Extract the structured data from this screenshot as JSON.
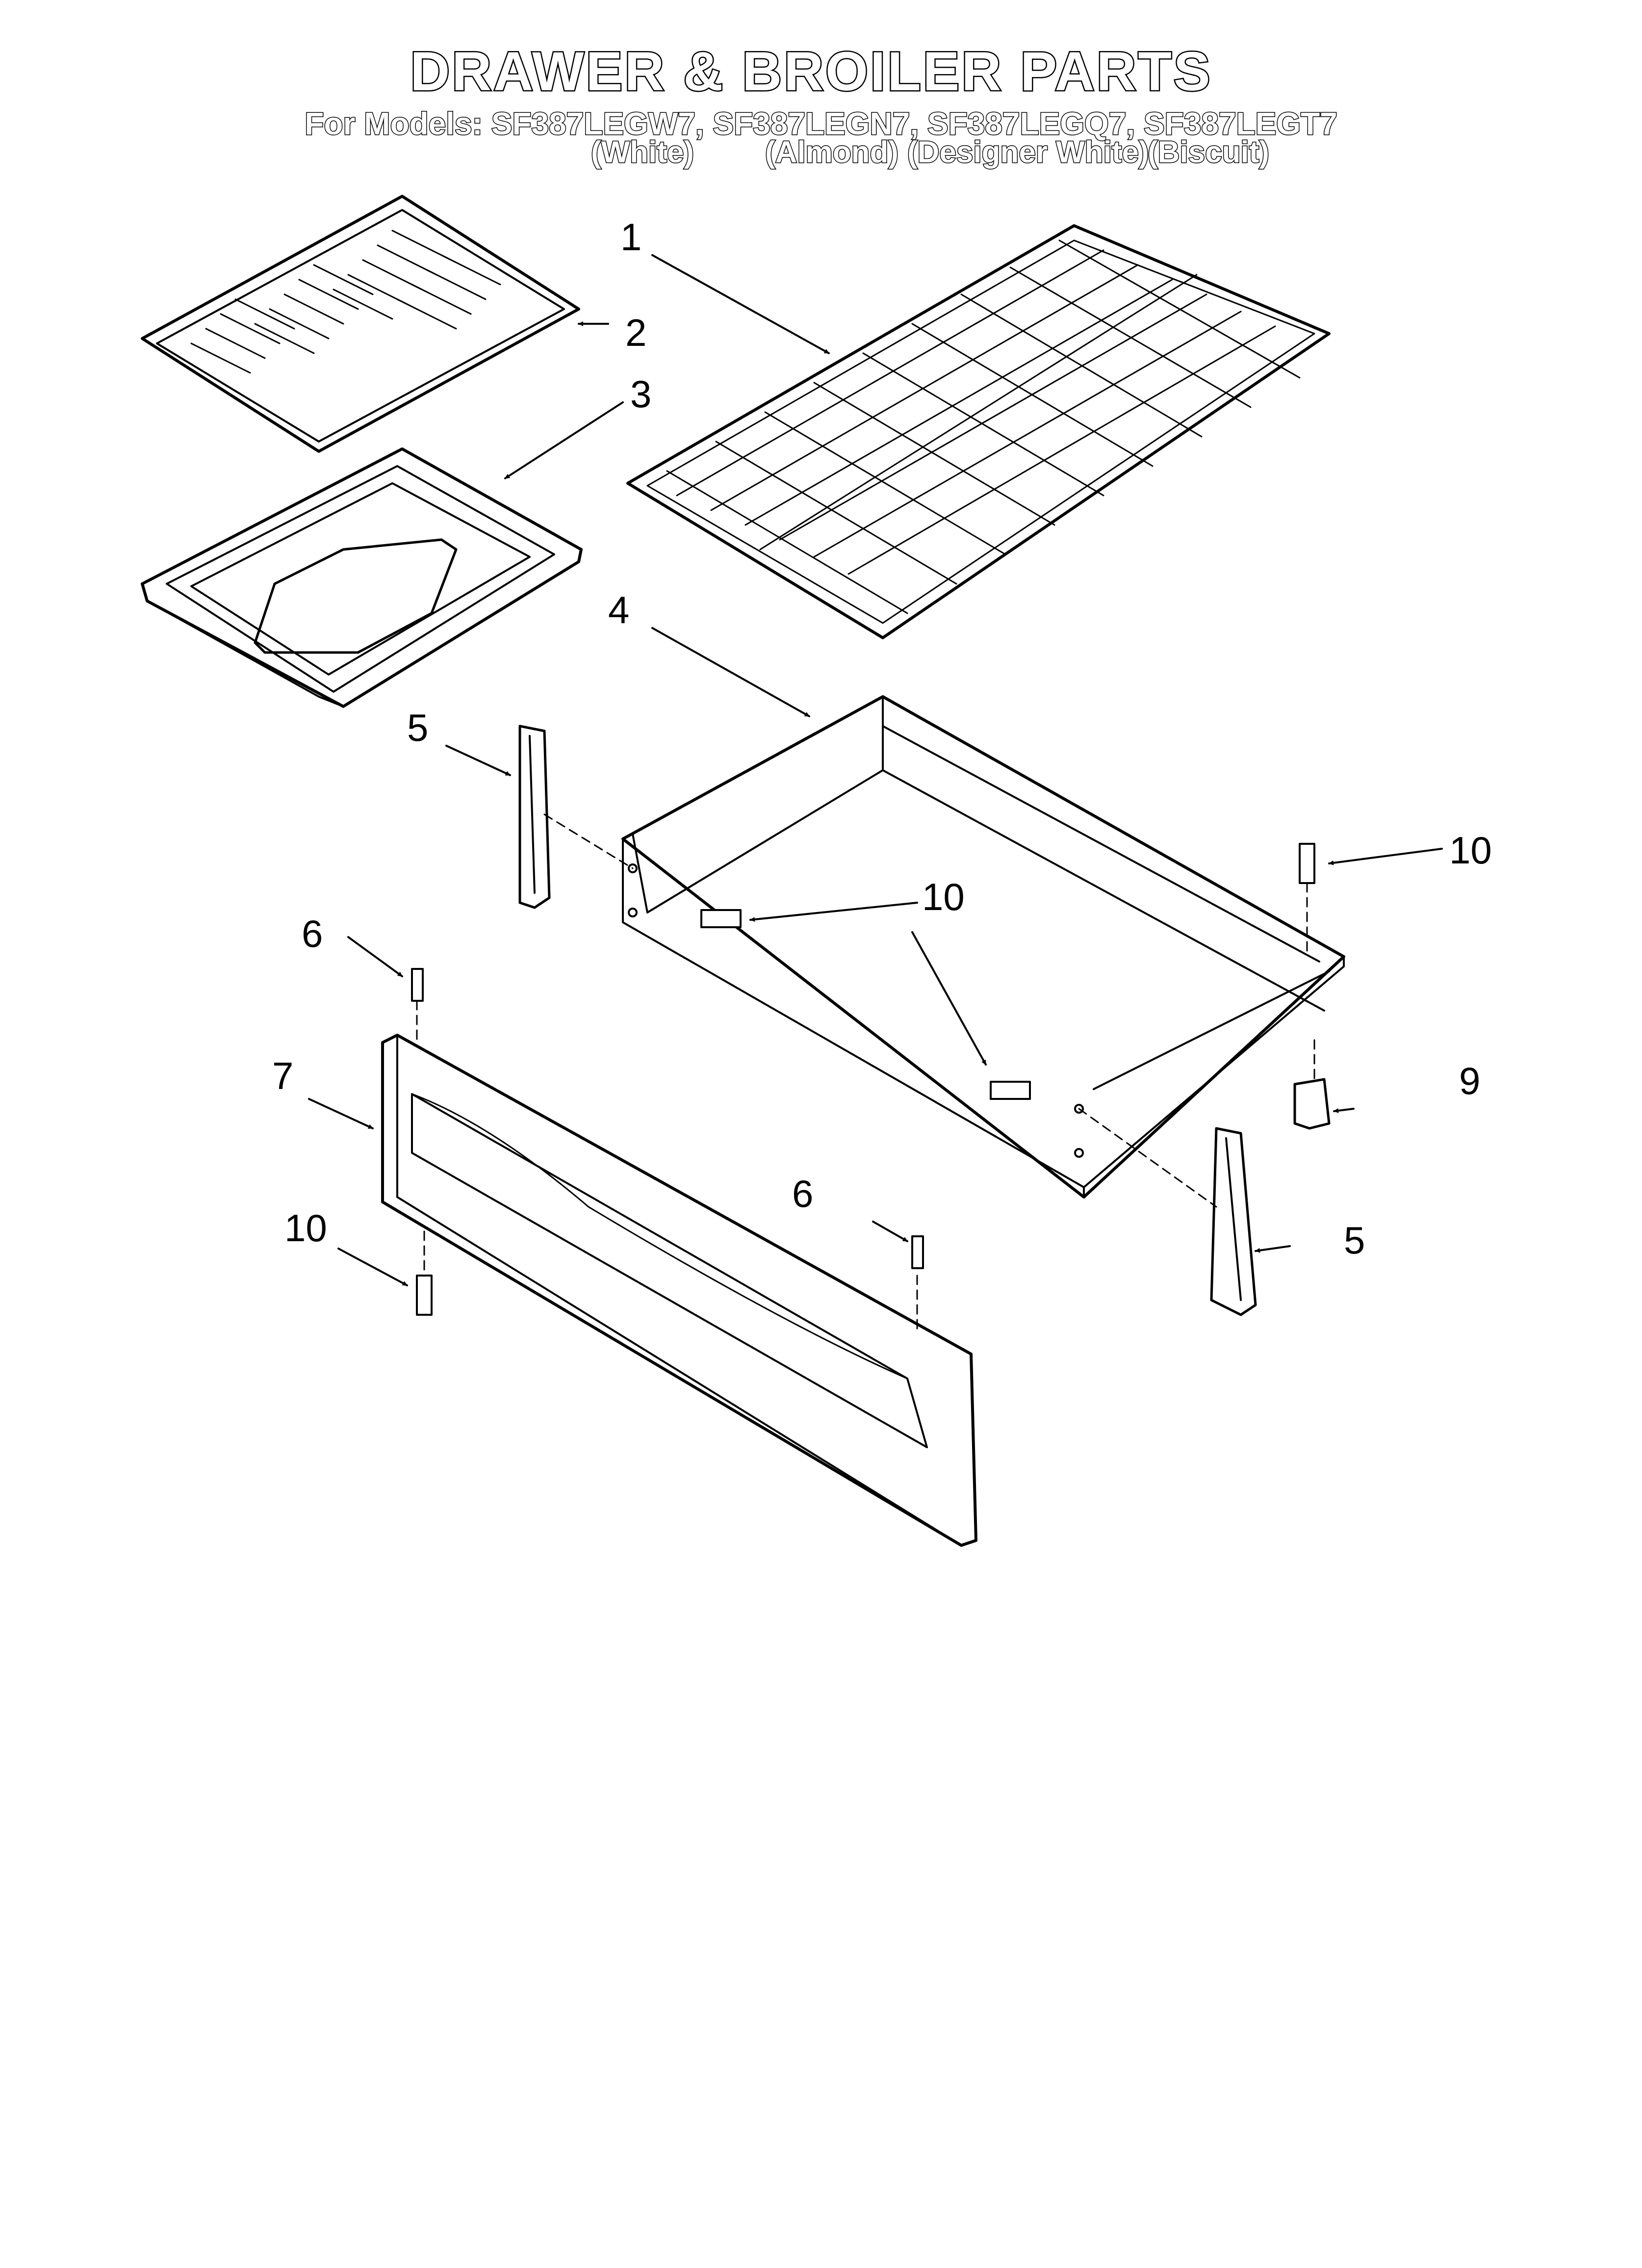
{
  "header": {
    "title": "DRAWER & BROILER PARTS",
    "models_line": "For Models: SF387LEGW7, SF387LEGN7, SF387LEGQ7, SF387LEGT7",
    "colors": [
      "(White)",
      "(Almond)",
      "(Designer White)",
      "(Biscuit)"
    ]
  },
  "callouts": {
    "c1": "1",
    "c2": "2",
    "c3": "3",
    "c4": "4",
    "c5a": "5",
    "c5b": "5",
    "c6a": "6",
    "c6b": "6",
    "c7": "7",
    "c9": "9",
    "c10a": "10",
    "c10b": "10",
    "c10c": "10",
    "c10d": "10"
  }
}
